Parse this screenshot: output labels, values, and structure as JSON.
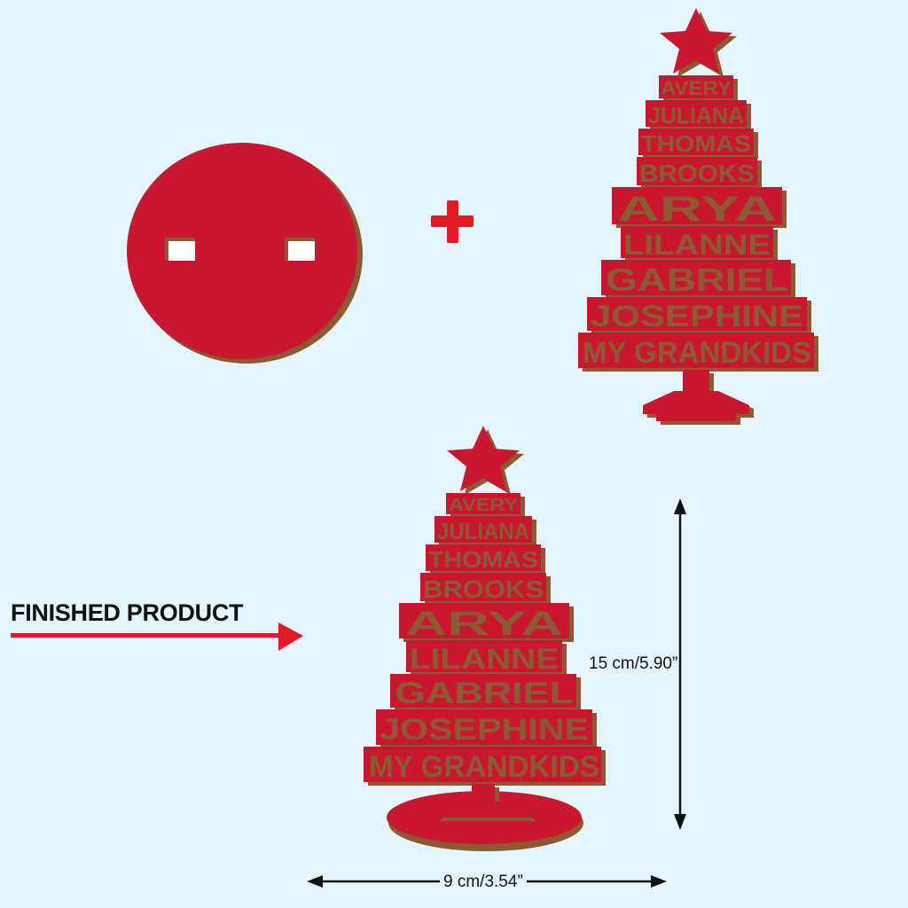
{
  "labels": {
    "finished_product": "FINISHED PRODUCT",
    "height": "15 cm/5.90”",
    "width": "9 cm/3.54”"
  },
  "tree_names": [
    "AVERY",
    "JULIANA",
    "THOMAS",
    "BROOKS",
    "ARYA",
    "LILANNE",
    "GABRIEL",
    "JOSEPHINE",
    "MY GRANDKIDS"
  ],
  "colors": {
    "background": "#e6f5fc",
    "product_red": "#c8172e",
    "wood_edge": "#8b5a32",
    "arrow_red": "#e01b24"
  },
  "icons": {
    "plus": "plus-icon",
    "arrow": "arrow-right-icon"
  }
}
